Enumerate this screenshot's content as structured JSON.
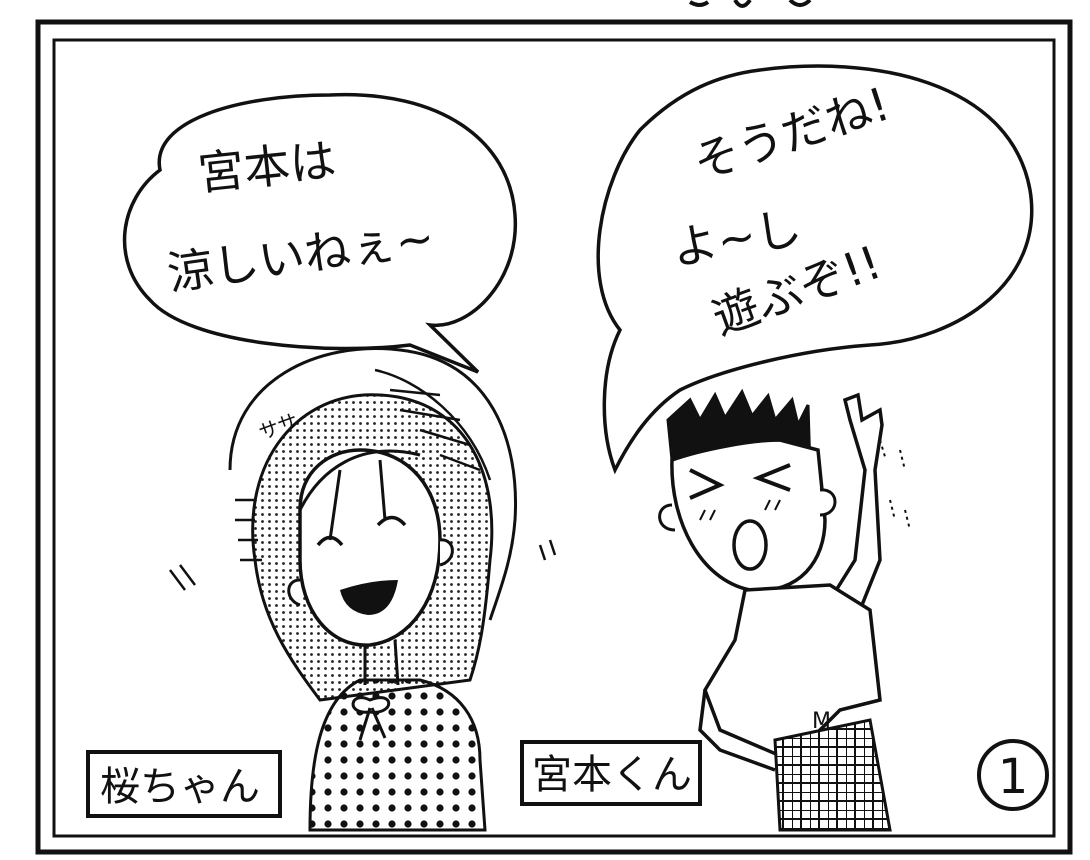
{
  "panel": {
    "number": "1"
  },
  "characters": [
    {
      "name_label": "桜ちゃん"
    },
    {
      "name_label": "宮本くん"
    }
  ],
  "speech": {
    "sakura": [
      "宮本は",
      "涼しいねぇ~"
    ],
    "miyamoto": [
      "そうだね!",
      "よ~し",
      "遊ぶぞ!!"
    ]
  },
  "sfx": {
    "hair_mark": "ササ"
  },
  "colors": {
    "ink": "#111111",
    "paper": "#ffffff"
  }
}
